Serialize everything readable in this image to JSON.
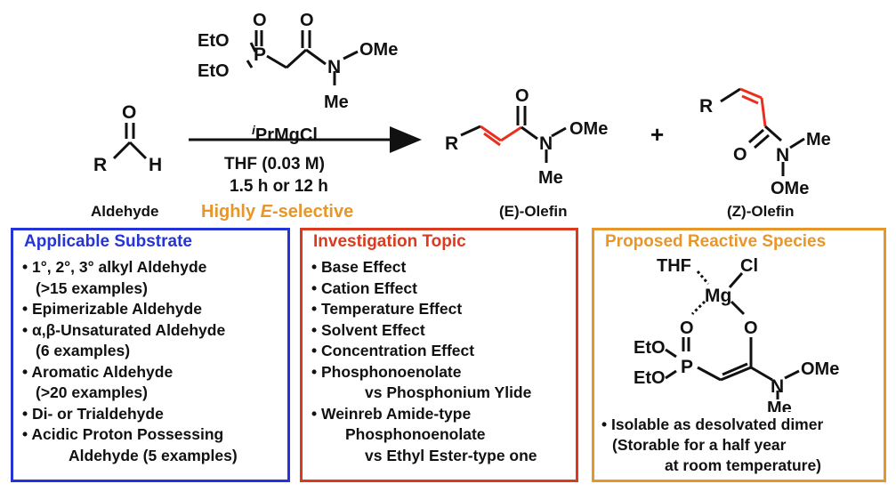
{
  "scheme": {
    "aldehyde_label": "Aldehyde",
    "reagent_above": "iPrMgCl",
    "conditions": [
      "THF (0.03 M)",
      "1.5 h or 12 h"
    ],
    "selectivity": "Highly E-selective",
    "plus": "+",
    "e_label": "(E)-Olefin",
    "z_label": "(Z)-Olefin"
  },
  "atoms": {
    "R": "R",
    "H": "H",
    "O": "O",
    "N": "N",
    "P": "P",
    "Mg": "Mg",
    "OMe": "OMe",
    "Me": "Me",
    "EtO": "EtO",
    "THF": "THF",
    "Cl": "Cl"
  },
  "colors": {
    "substrate": "#2434d8",
    "topic": "#dc3a1e",
    "species": "#e8962a",
    "olefin": "#e8301e",
    "selective": "#e8962a"
  },
  "substrate_box": {
    "title": "Applicable Substrate",
    "items": [
      [
        "• 1°, 2°, 3° alkyl Aldehyde",
        "(>15 examples)"
      ],
      [
        "• Epimerizable Aldehyde"
      ],
      [
        "• α,β-Unsaturated Aldehyde",
        "(6 examples)"
      ],
      [
        "• Aromatic Aldehyde",
        "(>20 examples)"
      ],
      [
        "• Di- or Trialdehyde"
      ],
      [
        "• Acidic Proton Possessing",
        "Aldehyde (5 examples)"
      ]
    ]
  },
  "topic_box": {
    "title": "Investigation Topic",
    "items": [
      [
        "• Base Effect"
      ],
      [
        "• Cation Effect"
      ],
      [
        "• Temperature Effect"
      ],
      [
        "• Solvent Effect"
      ],
      [
        "• Concentration Effect"
      ],
      [
        "• Phosphonoenolate",
        "vs Phosphonium Ylide"
      ],
      [
        "• Weinreb Amide-type",
        "Phosphonoenolate",
        "vs Ethyl Ester-type one"
      ]
    ]
  },
  "species_box": {
    "title": "Proposed Reactive Species",
    "notes": [
      "• Isolable as desolvated dimer",
      "(Storable for a half year",
      "at room temperature)"
    ]
  }
}
